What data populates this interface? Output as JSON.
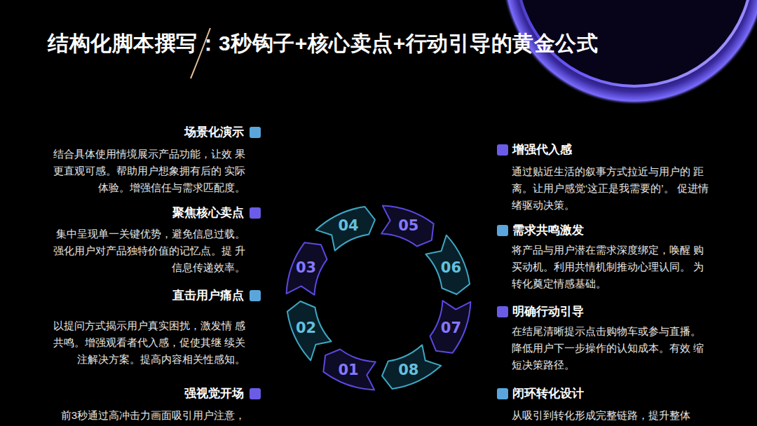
{
  "diagram": {
    "title": "结构化脚本撰写：3秒钩子+核心卖点+行动引导的黄金公式",
    "nodes": [
      {
        "text": [
          "01"
        ]
      },
      {
        "text": [
          "02"
        ]
      },
      {
        "text": [
          "03"
        ]
      },
      {
        "text": [
          "04"
        ]
      },
      {
        "text": [
          "05"
        ]
      },
      {
        "text": [
          "06"
        ]
      },
      {
        "text": [
          "07"
        ]
      },
      {
        "text": [
          "08"
        ]
      }
    ],
    "labels": [
      "场景化演示",
      "结合具体使用情境展示产品功能，让效 果更直观可感。帮助用户想象拥有后的 实际体验。增强信任与需求匹配度。",
      "聚焦核心卖点",
      "集中呈现单一关键优势，避免信息过载。 强化用户对产品独特价值的记忆点。提 升信息传递效率。",
      "直击用户痛点",
      "以提问方式揭示用户真实困扰，激发情 感共鸣。增强观看者代入感，促使其继 续关注解决方案。提高内容相关性感知。",
      "强视觉开场",
      "前3秒通过高冲击力画面吸引用户注意，",
      "增强代入感",
      "通过贴近生活的叙事方式拉近与用户的 距离。让用户感觉‘这正是我需要的’。 促进情绪驱动决策。",
      "需求共鸣激发",
      "将产品与用户潜在需求深度绑定，唤醒 购买动机。利用共情机制推动心理认同。 为转化奠定情感基础。",
      "明确行动引导",
      "在结尾清晰提示点击购物车或参与直播。 降低用户下一步操作的认知成本。有效 缩短决策路径。",
      "闭环转化设计",
      "从吸引到转化形成完整链路，提升整体"
    ]
  }
}
